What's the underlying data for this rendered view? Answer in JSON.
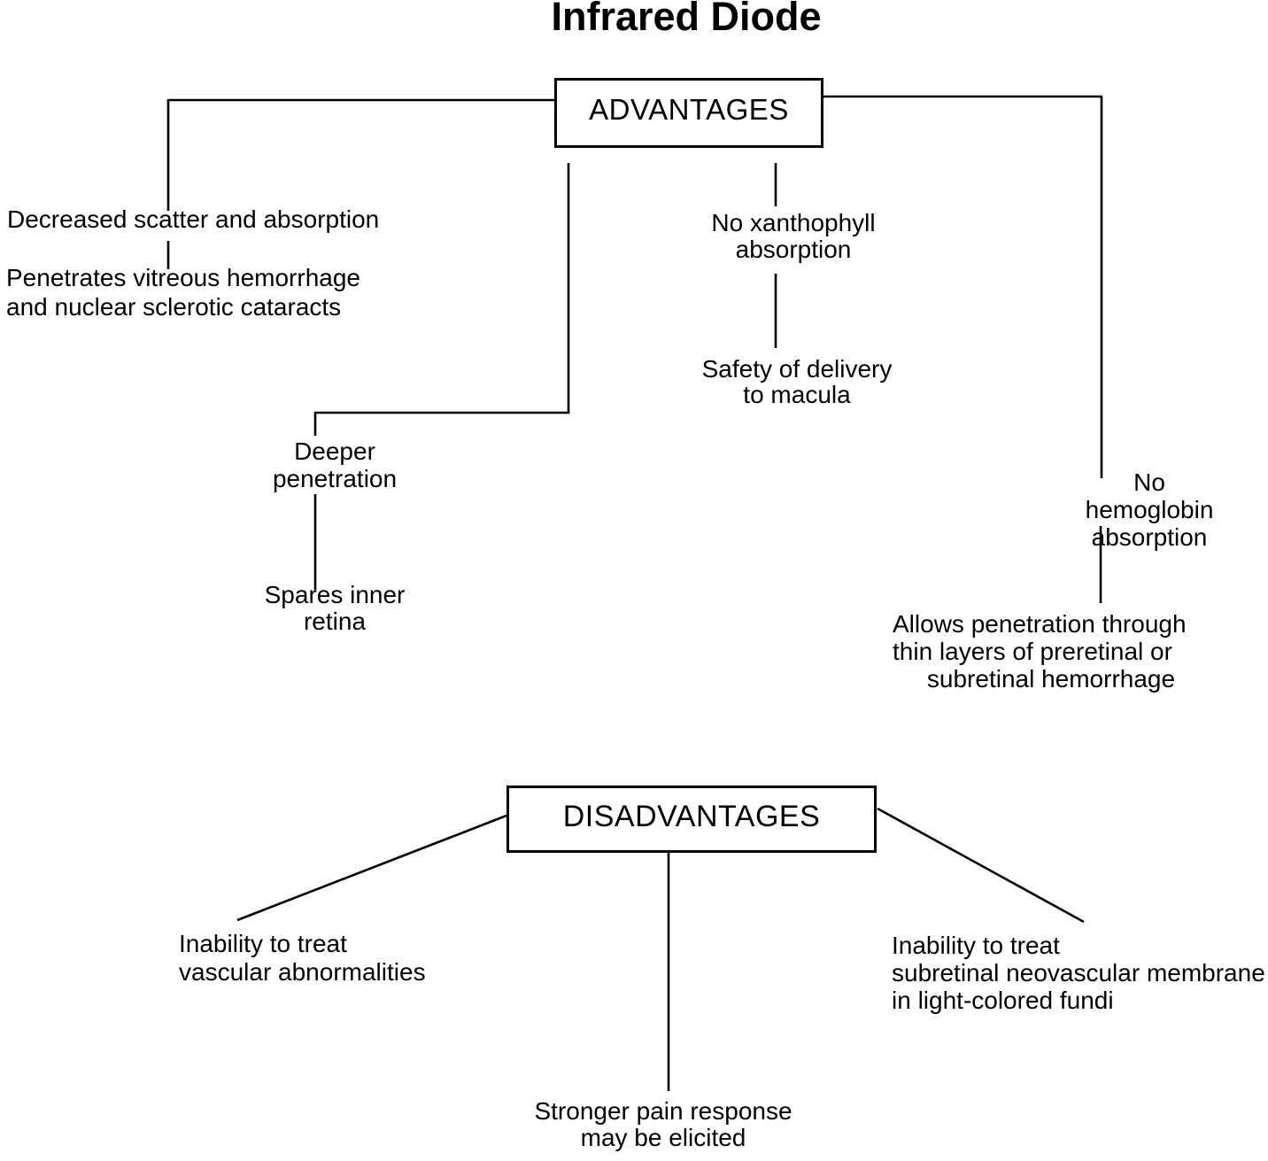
{
  "title": "Infrared Diode",
  "colors": {
    "ink": "#000000",
    "background": "#ffffff"
  },
  "advantages": {
    "box_label": "ADVANTAGES",
    "nodes": {
      "decreased_scatter": "Decreased scatter and absorption",
      "penetrates": "Penetrates vitreous hemorrhage\nand nuclear sclerotic cataracts",
      "deeper_penetration": "Deeper\npenetration",
      "spares_inner_retina": "Spares inner\nretina",
      "no_xanthophyll": "No xanthophyll\nabsorption",
      "safety_macula": "Safety of delivery\nto macula",
      "no_hemoglobin": "No hemoglobin\nabsorption",
      "allows_penetration": "Allows penetration through\nthin layers of preretinal or\n     subretinal hemorrhage"
    }
  },
  "disadvantages": {
    "box_label": "DISADVANTAGES",
    "nodes": {
      "vascular": "Inability to treat\nvascular abnormalities",
      "subretinal_membrane": "Inability to treat\nsubretinal neovascular membrane\nin light-colored fundi",
      "pain_response": "Stronger pain response\nmay be elicited"
    }
  }
}
